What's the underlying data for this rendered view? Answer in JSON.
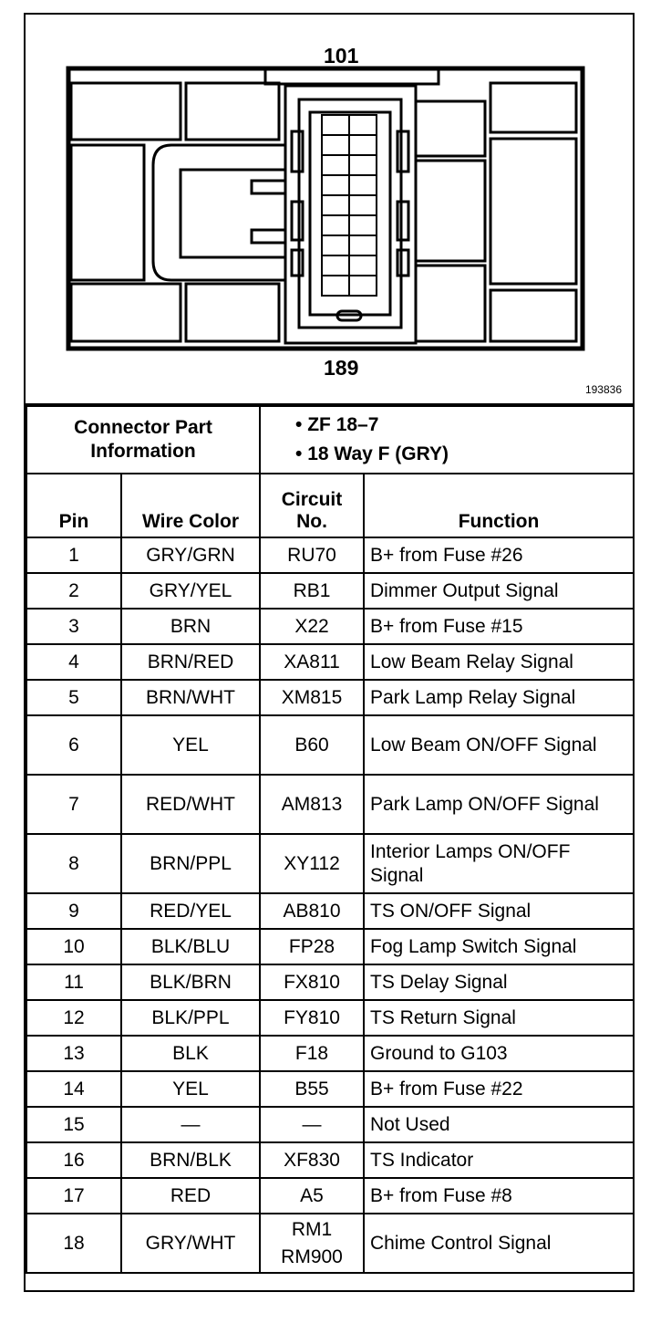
{
  "diagram": {
    "label_top": "101",
    "label_bottom": "189",
    "figure_id": "193836"
  },
  "connector": {
    "part_info_label": "Connector Part Information",
    "items": [
      "ZF 18–7",
      "18 Way F (GRY)"
    ]
  },
  "columns": {
    "pin": "Pin",
    "wire_color": "Wire Color",
    "circuit": "Circuit No.",
    "function": "Function"
  },
  "rows": [
    {
      "pin": "1",
      "wire": "GRY/GRN",
      "circuit": "RU70",
      "function": "B+ from Fuse #26"
    },
    {
      "pin": "2",
      "wire": "GRY/YEL",
      "circuit": "RB1",
      "function": "Dimmer Output Signal"
    },
    {
      "pin": "3",
      "wire": "BRN",
      "circuit": "X22",
      "function": "B+ from Fuse #15"
    },
    {
      "pin": "4",
      "wire": "BRN/RED",
      "circuit": "XA811",
      "function": "Low Beam Relay Signal"
    },
    {
      "pin": "5",
      "wire": "BRN/WHT",
      "circuit": "XM815",
      "function": "Park Lamp Relay Signal"
    },
    {
      "pin": "6",
      "wire": "YEL",
      "circuit": "B60",
      "function": "Low Beam ON/OFF Signal"
    },
    {
      "pin": "7",
      "wire": "RED/WHT",
      "circuit": "AM813",
      "function": "Park Lamp ON/OFF Signal"
    },
    {
      "pin": "8",
      "wire": "BRN/PPL",
      "circuit": "XY112",
      "function": "Interior Lamps ON/OFF Signal"
    },
    {
      "pin": "9",
      "wire": "RED/YEL",
      "circuit": "AB810",
      "function": "TS ON/OFF Signal"
    },
    {
      "pin": "10",
      "wire": "BLK/BLU",
      "circuit": "FP28",
      "function": "Fog Lamp Switch Signal"
    },
    {
      "pin": "11",
      "wire": "BLK/BRN",
      "circuit": "FX810",
      "function": "TS Delay Signal"
    },
    {
      "pin": "12",
      "wire": "BLK/PPL",
      "circuit": "FY810",
      "function": "TS Return Signal"
    },
    {
      "pin": "13",
      "wire": "BLK",
      "circuit": "F18",
      "function": "Ground to G103"
    },
    {
      "pin": "14",
      "wire": "YEL",
      "circuit": "B55",
      "function": "B+ from Fuse #22"
    },
    {
      "pin": "15",
      "wire": "—",
      "circuit": "—",
      "function": "Not Used"
    },
    {
      "pin": "16",
      "wire": "BRN/BLK",
      "circuit": "XF830",
      "function": "TS Indicator"
    },
    {
      "pin": "17",
      "wire": "RED",
      "circuit": "A5",
      "function": "B+ from Fuse #8"
    }
  ],
  "last_row": {
    "pin": "18",
    "wire": "GRY/WHT",
    "circuit_1": "RM1",
    "circuit_2": "RM900",
    "function": "Chime Control Signal"
  }
}
